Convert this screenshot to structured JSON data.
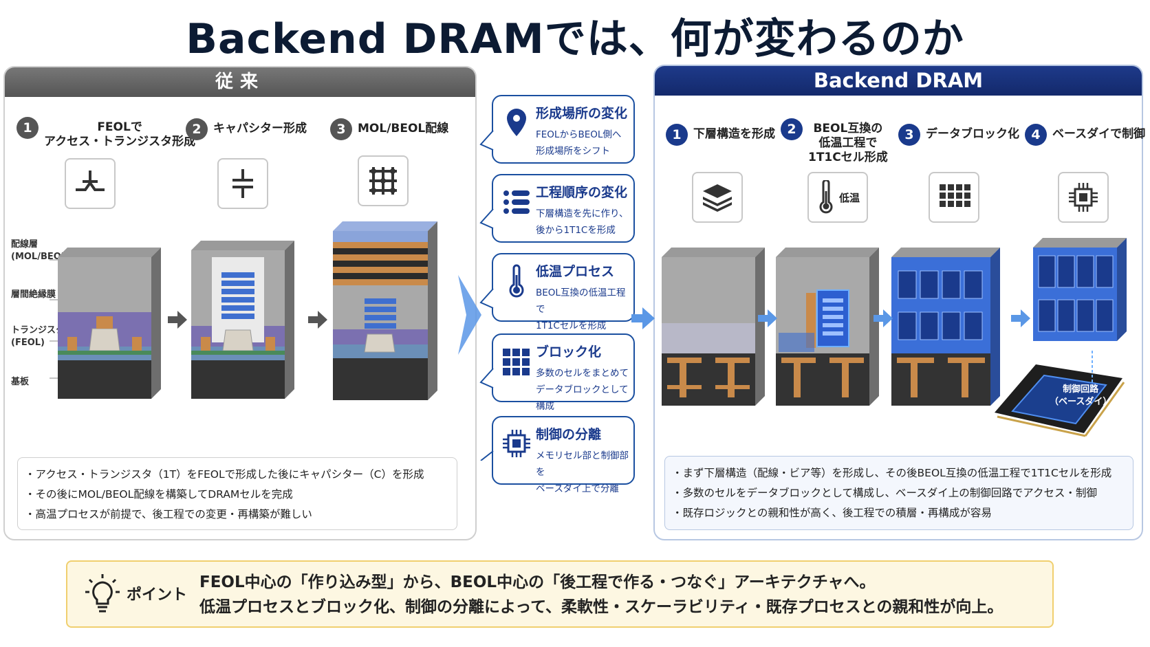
{
  "title": "Backend DRAMでは、何が変わるのか",
  "left": {
    "header": "従来",
    "steps": [
      {
        "num": "1",
        "text": "FEOLで\nアクセス・トランジスタ形成"
      },
      {
        "num": "2",
        "text": "キャパシター形成"
      },
      {
        "num": "3",
        "text": "MOL/BEOL配線"
      }
    ],
    "layer_labels": [
      "配線層\n(MOL/BEOL)",
      "層間絶縁膜",
      "トランジスタ\n(FEOL)",
      "基板"
    ],
    "bullets": [
      "アクセス・トランジスタ（1T）をFEOLで形成した後にキャパシター（C）を形成",
      "その後にMOL/BEOL配線を構築してDRAMセルを完成",
      "高温プロセスが前提で、後工程での変更・再構築が難しい"
    ]
  },
  "callouts": [
    {
      "title": "形成場所の変化",
      "body": "FEOLからBEOL側へ\n形成場所をシフト",
      "icon": "location-pin-icon"
    },
    {
      "title": "工程順序の変化",
      "body": "下層構造を先に作り、\n後から1T1Cを形成",
      "icon": "list-icon"
    },
    {
      "title": "低温プロセス",
      "body": "BEOL互換の低温工程で\n1T1Cセルを形成",
      "icon": "thermometer-icon"
    },
    {
      "title": "ブロック化",
      "body": "多数のセルをまとめて\nデータブロックとして構成",
      "icon": "grid-icon"
    },
    {
      "title": "制御の分離",
      "body": "メモリセル部と制御部を\nベースダイ上で分離",
      "icon": "chip-icon"
    }
  ],
  "right": {
    "header": "Backend DRAM",
    "steps": [
      {
        "num": "1",
        "text": "下層構造を形成"
      },
      {
        "num": "2",
        "text": "BEOL互換の\n低温工程で\n1T1Cセル形成"
      },
      {
        "num": "3",
        "text": "データブロック化"
      },
      {
        "num": "4",
        "text": "ベースダイで制御"
      }
    ],
    "low_temp_label": "低温",
    "chip_label": "制御回路\n（ベースダイ）",
    "bullets": [
      "まず下層構造（配線・ビア等）を形成し、その後BEOL互換の低温工程で1T1Cセルを形成",
      "多数のセルをデータブロックとして構成し、ベースダイ上の制御回路でアクセス・制御",
      "既存ロジックとの親和性が高く、後工程での積層・再構成が容易"
    ]
  },
  "point": {
    "label": "ポイント",
    "lines": [
      "FEOL中心の「作り込み型」から、BEOL中心の「後工程で作る・つなぐ」アーキテクチャへ。",
      "低温プロセスとブロック化、制御の分離によって、柔軟性・スケーラビリティ・既存プロセスとの親和性が向上。"
    ]
  },
  "colors": {
    "navy": "#1a3a8c",
    "grey_header": "#5a5a5a",
    "accent_blue": "#3f7fd6",
    "copper": "#c98a4a"
  }
}
